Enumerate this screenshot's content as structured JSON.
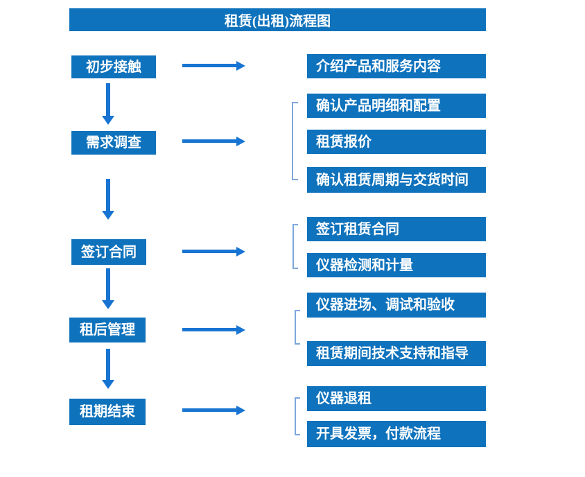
{
  "title": "租赁(出租)流程图",
  "colors": {
    "box_blue": "#0f72bc",
    "arrow_blue": "#1874d2",
    "bracket_blue": "#7da7dc",
    "text_white": "#ffffff",
    "background": "#ffffff"
  },
  "stages": [
    {
      "label": "初步接触",
      "outputs": [
        "介绍产品和服务内容"
      ]
    },
    {
      "label": "需求调查",
      "outputs": [
        "确认产品明细和配置",
        "租赁报价",
        "确认租赁周期与交货时间"
      ]
    },
    {
      "label": "签订合同",
      "outputs": [
        "签订租赁合同",
        "仪器检测和计量"
      ]
    },
    {
      "label": "租后管理",
      "outputs": [
        "仪器进场、调试和验收",
        "租赁期间技术支持和指导"
      ]
    },
    {
      "label": "租期结束",
      "outputs": [
        "仪器退租",
        "开具发票，付款流程"
      ]
    }
  ]
}
